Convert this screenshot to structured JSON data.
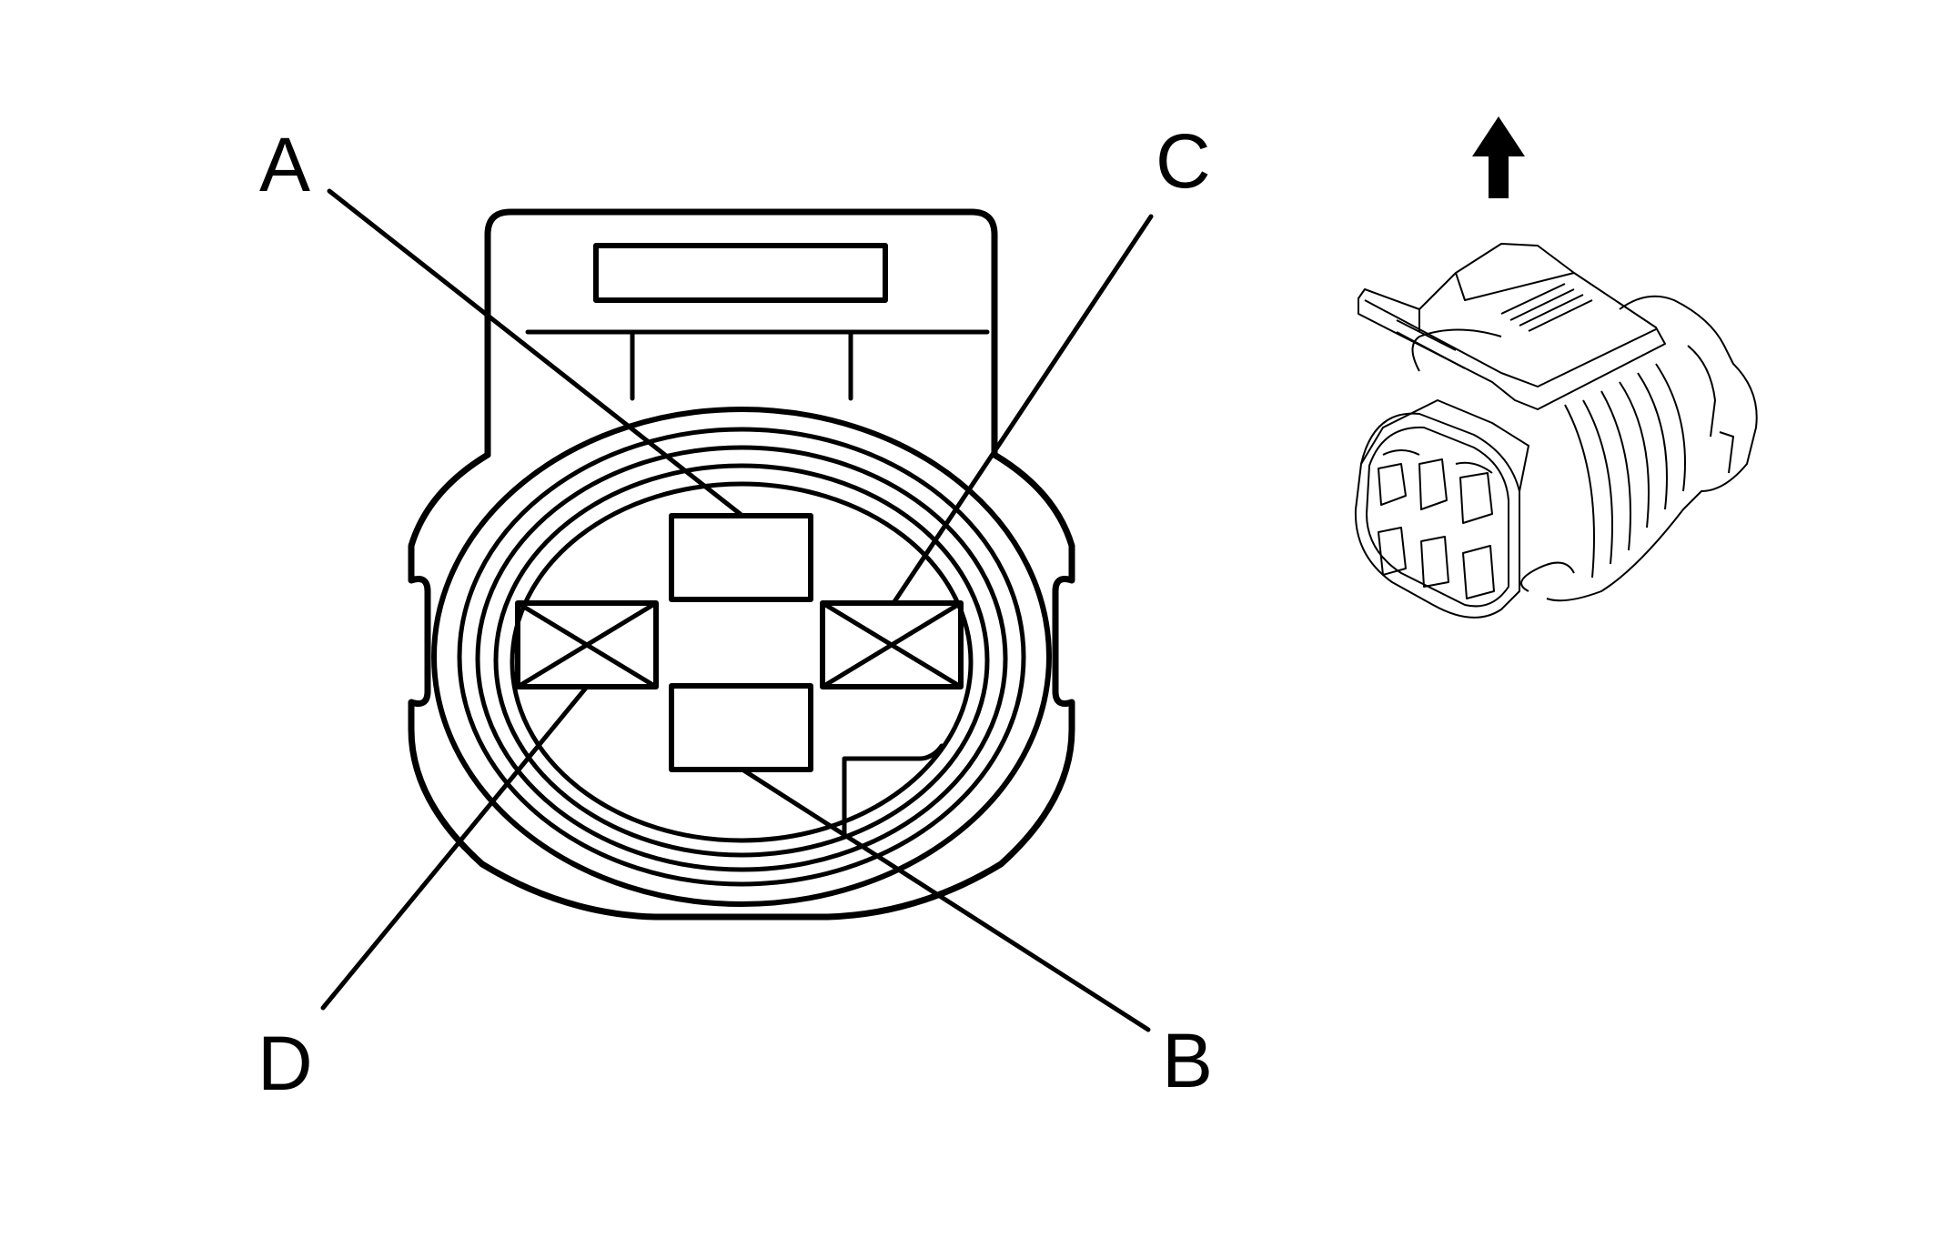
{
  "connector_face": {
    "pins": [
      {
        "id": "pin-a",
        "label": "A"
      },
      {
        "id": "pin-b",
        "label": "B"
      },
      {
        "id": "pin-c",
        "label": "C"
      },
      {
        "id": "pin-d",
        "label": "D"
      }
    ]
  },
  "connector_view": {
    "orientation_arrow": "up-arrow-icon",
    "illustration": "connector-isometric-icon"
  },
  "colors": {
    "line": "#000000",
    "background": "#ffffff"
  }
}
